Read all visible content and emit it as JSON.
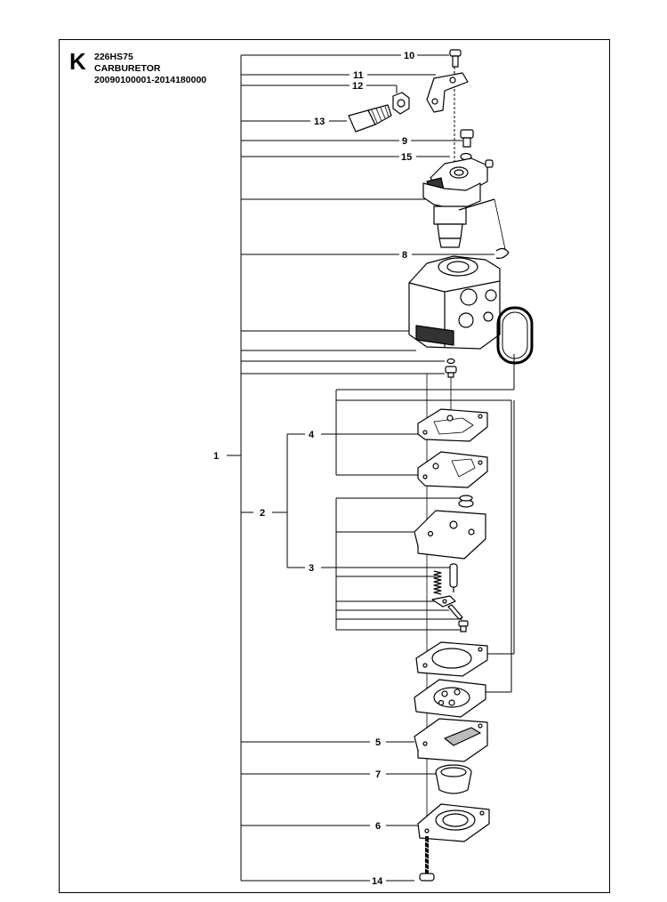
{
  "header": {
    "section_letter": "K",
    "model": "226HS75",
    "title": "CARBURETOR",
    "serial_range": "20090100001-2014180000"
  },
  "callouts": {
    "c1": "1",
    "c2": "2",
    "c3": "3",
    "c4": "4",
    "c5": "5",
    "c6": "6",
    "c7": "7",
    "c8": "8",
    "c9": "9",
    "c10": "10",
    "c11": "11",
    "c12": "12",
    "c13": "13",
    "c14": "14",
    "c15": "15"
  },
  "colors": {
    "line": "#000000",
    "paper": "#ffffff",
    "shade": "#d9d9d9"
  }
}
